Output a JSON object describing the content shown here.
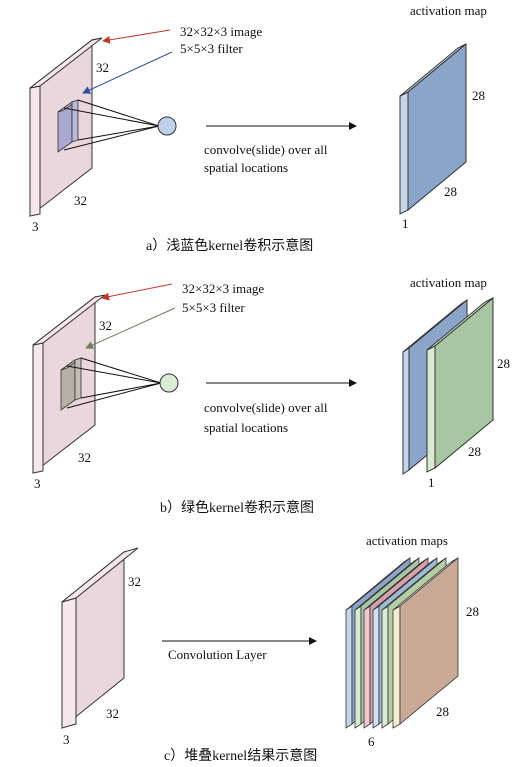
{
  "panel_a": {
    "image_label": "32×32×3 image",
    "filter_label": "5×5×3 filter",
    "dim_top": "32",
    "dim_bottom": "32",
    "depth": "3",
    "convolve_line1": "convolve(slide) over all",
    "convolve_line2": "spatial locations",
    "map_title": "activation map",
    "map_dim_right": "28",
    "map_dim_bottom": "28",
    "map_depth": "1",
    "caption": "a）浅蓝色kernel卷积示意图"
  },
  "panel_b": {
    "image_label": "32×32×3 image",
    "filter_label": "5×5×3 filter",
    "dim_top": "32",
    "dim_bottom": "32",
    "depth": "3",
    "convolve_line1": "convolve(slide) over all",
    "convolve_line2": "spatial locations",
    "map_title": "activation map",
    "map_dim_right": "28",
    "map_dim_bottom": "28",
    "map_depth": "1",
    "caption": "b）绿色kernel卷积示意图"
  },
  "panel_c": {
    "dim_top": "32",
    "dim_bottom": "32",
    "depth": "3",
    "layer_label": "Convolution Layer",
    "maps_title": "activation maps",
    "maps_dim_right": "28",
    "maps_dim_bottom": "28",
    "maps_depth": "6",
    "caption": "c）堆叠kernel结果示意图"
  },
  "colors": {
    "image_face": "#ead6dd",
    "image_side": "#f6e7ec",
    "blue_face": "#8aa5c8",
    "blue_side": "#c6d6ea",
    "green_face": "#a7c7a2",
    "green_side": "#d9ead3",
    "tan_face": "#c7a995",
    "arrow_red": "#c0392b",
    "arrow_blue": "#2e4fa3",
    "arrow_olive": "#6f7d5a"
  }
}
